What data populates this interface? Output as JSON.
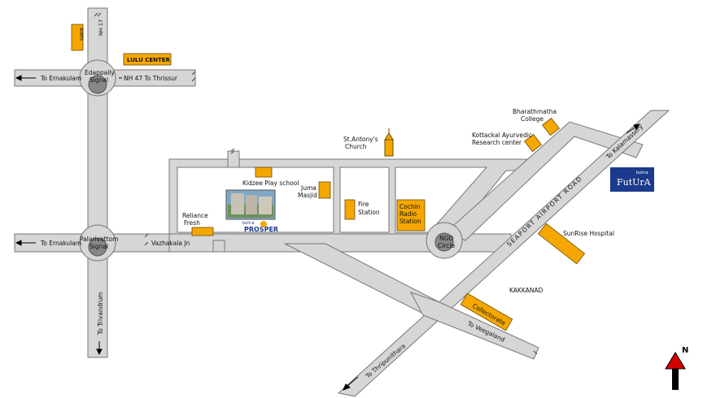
{
  "labels": {
    "aims": "AIMS",
    "lulu_center": "LULU CENTER",
    "nh17": "NH 17",
    "to_ernakulam_top": "To Ernakulam",
    "edappally_line1": "Edappally",
    "edappally_line2": "Signal",
    "nh47": "NH 47  To Thrissur",
    "to_ernakulam_mid": "To Ernakulam",
    "palarivattom_line1": "Palarivattom",
    "palarivattom_line2": "Signal",
    "vazhakala": "Vazhakala Jn",
    "to_trivandrum": "To Trivandrum",
    "reliance_line1": "Reliance",
    "reliance_line2": "Fresh",
    "kidzee": "Kidzee Play school",
    "juma_line1": "Juma",
    "juma_line2": "Masjid",
    "fire_line1": "Fire",
    "fire_line2": "Station",
    "cochin_line1": "Cochin",
    "cochin_line2": "Radio",
    "cochin_line3": "Station",
    "st_antony_line1": "St.Antony's",
    "st_antony_line2": "Church",
    "bharathmatha_line1": "Bharathmatha",
    "bharathmatha_line2": "College",
    "kottakkal_line1": "Kottackal Ayurvedic",
    "kottakkal_line2": "Research center",
    "ngo_line1": "NGO",
    "ngo_line2": "Circle",
    "seaport": "SEAPORT  AIRPORT  ROAD",
    "to_kalamassery": "To Kalamassery",
    "sunrise": "SunRise Hospital",
    "kakkanad": "KAKKANAD",
    "collectorate": "Collectorate",
    "to_veegaland": "To Veegaland",
    "to_thripunithara": "To Thripunithara",
    "north": "N"
  },
  "logos": {
    "prosper_prefix": "bohra",
    "prosper_name": "PROSPER",
    "futura_prefix": "bohra",
    "futura_name": "FutUrA"
  },
  "colors": {
    "building": "#f5a700",
    "road": "#d6d6d6",
    "road_edge": "#777777",
    "circle": "#888888",
    "north_arrow": "#d40000",
    "futura_bg": "#1b3a8c"
  }
}
